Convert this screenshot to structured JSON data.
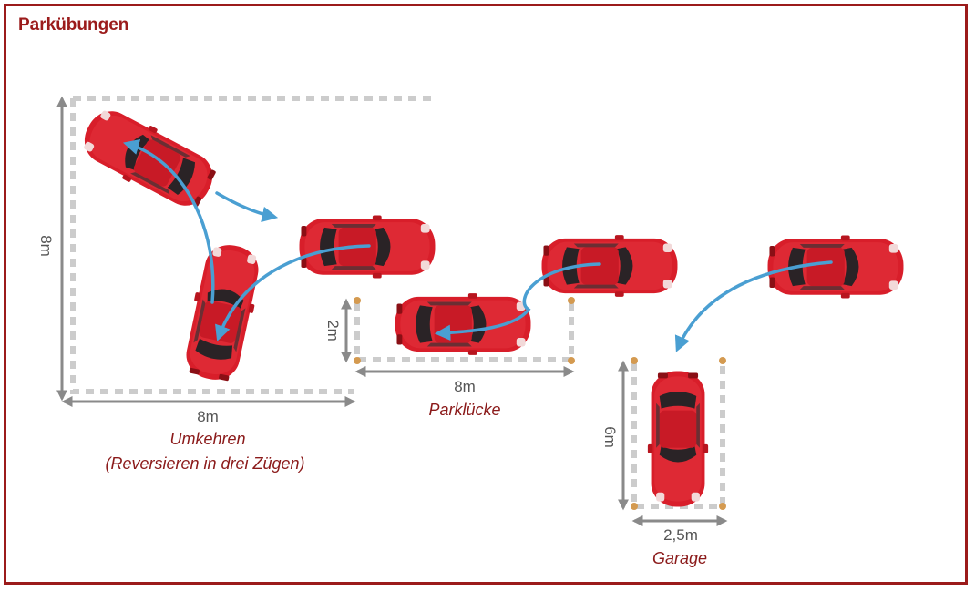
{
  "title": "Parkübungen",
  "colors": {
    "frame": "#9b1b1b",
    "car_body": "#d81e2a",
    "car_glass": "#2a2326",
    "arrow": "#4a9fd2",
    "boundary": "#cccccc",
    "cone": "#d49a50",
    "dimension": "#8a8a8a",
    "caption": "#8b1a1a"
  },
  "umkehren": {
    "height_label": "8m",
    "width_label": "8m",
    "caption_line1": "Umkehren",
    "caption_line2": "(Reversieren in drei Zügen)"
  },
  "parkluecke": {
    "depth_label": "2m",
    "length_label": "8m",
    "caption": "Parklücke"
  },
  "garage": {
    "depth_label": "6m",
    "width_label": "2,5m",
    "caption": "Garage"
  }
}
